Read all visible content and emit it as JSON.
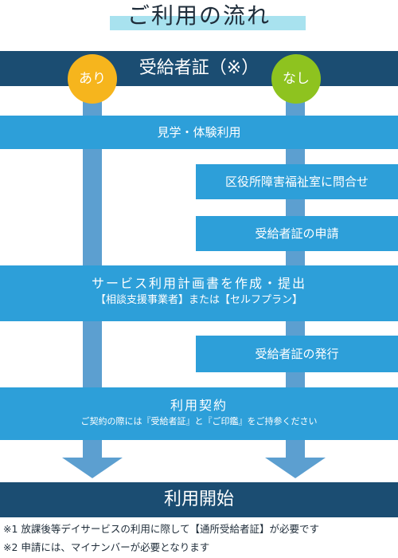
{
  "title": "ご利用の流れ",
  "header": "受給者証（※）",
  "branches": {
    "yes": "あり",
    "no": "なし"
  },
  "colors": {
    "dark": "#1b4d72",
    "step": "#2d9fd9",
    "arrow": "#5c9fd0",
    "yes": "#f6b51d",
    "no": "#8ec31f",
    "title_highlight": "#a8e2ef"
  },
  "steps": {
    "tour": "見学・体験利用",
    "inquiry": "区役所障害福祉室に問合せ",
    "application": "受給者証の申請",
    "plan_line1": "サービス利用計画書を作成・提出",
    "plan_line2": "【相談支援事業者】または【セルフプラン】",
    "issuance": "受給者証の発行",
    "contract_line1": "利用契約",
    "contract_line2": "ご契約の際には『受給者証』と『ご印鑑』をご持参ください"
  },
  "footer": "利用開始",
  "notes": [
    "※1 放課後等デイサービスの利用に際して【通所受給者証】が必要です",
    "※2 申請には、マイナンバーが必要となります"
  ]
}
